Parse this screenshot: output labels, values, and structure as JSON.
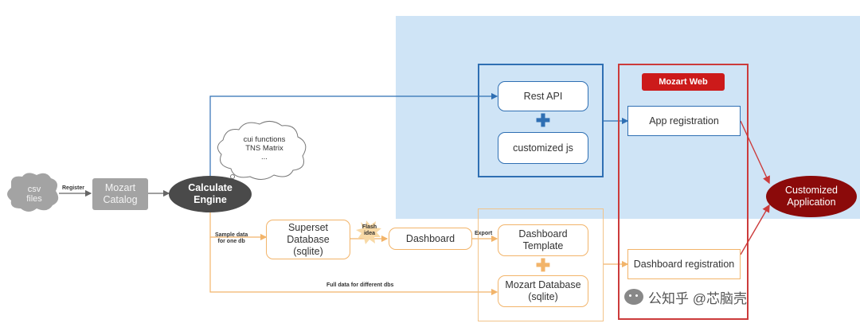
{
  "nodes": {
    "csv_files": "csv\nfiles",
    "mozart_catalog": "Mozart\nCatalog",
    "calculate_engine": "Calculate\nEngine",
    "cloud_note": "cui functions\nTNS Matrix\n...",
    "rest_api": "Rest API",
    "customized_js": "customized js",
    "mozart_web": "Mozart Web",
    "app_registration": "App registration",
    "dashboard_registration": "Dashboard registration",
    "superset_database": "Superset\nDatabase\n(sqlite)",
    "dashboard": "Dashboard",
    "dashboard_template": "Dashboard\nTemplate",
    "mozart_database": "Mozart Database\n(sqlite)",
    "customized_application": "Customized\nApplication"
  },
  "edge_labels": {
    "register": "Register",
    "sample_data": "Sample data\nfor one db",
    "flash_idea": "Flash\nidea",
    "export": "Export",
    "full_data": "Full data for different dbs"
  },
  "watermark": {
    "text": "公知乎 @芯脑壳"
  },
  "colors": {
    "blue": "#2f6fb3",
    "red": "#cc3b3b",
    "orange": "#f2b46a",
    "panel": "#cfe4f6",
    "dark_ellipse": "#4a4a4a",
    "dark_red": "#8b0a0a"
  }
}
